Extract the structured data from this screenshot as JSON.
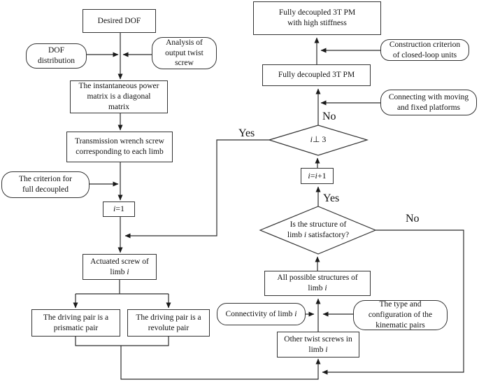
{
  "diagram": {
    "type": "flowchart",
    "background": "#ffffff",
    "line_color": "#2b2b2b",
    "border_color": "#333333",
    "text_color": "#111111",
    "nodes": {
      "desired_dof": {
        "shape": "rect",
        "parts": [
          {
            "text": "Desired DOF"
          }
        ]
      },
      "dof_dist": {
        "shape": "rounded",
        "parts": [
          {
            "text": "DOF"
          },
          {
            "break": true
          },
          {
            "text": "distribution"
          }
        ]
      },
      "analysis_twist": {
        "shape": "rounded",
        "parts": [
          {
            "text": "Analysis of"
          },
          {
            "break": true
          },
          {
            "text": "output twist"
          },
          {
            "break": true
          },
          {
            "text": "screw"
          }
        ]
      },
      "inst_power": {
        "shape": "rect",
        "parts": [
          {
            "text": "The instantaneous power"
          },
          {
            "break": true
          },
          {
            "text": "matrix is a diagonal"
          },
          {
            "break": true
          },
          {
            "text": "matrix"
          }
        ]
      },
      "trans_wrench": {
        "shape": "rect",
        "parts": [
          {
            "text": "Transmission wrench screw"
          },
          {
            "break": true
          },
          {
            "text": "corresponding to each limb"
          }
        ]
      },
      "criterion": {
        "shape": "rounded",
        "parts": [
          {
            "text": "The criterion for"
          },
          {
            "break": true
          },
          {
            "text": "full decoupled"
          }
        ]
      },
      "i_eq_1": {
        "shape": "rect",
        "parts": [
          {
            "text": "i",
            "italic": true
          },
          {
            "text": "=1"
          }
        ]
      },
      "actuated_screw": {
        "shape": "rect",
        "parts": [
          {
            "text": "Actuated screw of"
          },
          {
            "break": true
          },
          {
            "text": "limb "
          },
          {
            "text": "i",
            "italic": true
          }
        ]
      },
      "prismatic": {
        "shape": "rect",
        "parts": [
          {
            "text": "The driving pair is a"
          },
          {
            "break": true
          },
          {
            "text": "prismatic pair"
          }
        ]
      },
      "revolute": {
        "shape": "rect",
        "parts": [
          {
            "text": "The driving pair is a"
          },
          {
            "break": true
          },
          {
            "text": "revolute pair"
          }
        ]
      },
      "fd3tpm_stiff": {
        "shape": "rect",
        "parts": [
          {
            "text": "Fully decoupled 3T PM"
          },
          {
            "break": true
          },
          {
            "text": "with high stiffness"
          }
        ]
      },
      "constr_criterion": {
        "shape": "rounded",
        "parts": [
          {
            "text": "Construction criterion"
          },
          {
            "break": true
          },
          {
            "text": "of closed-loop units"
          }
        ]
      },
      "fd3tpm": {
        "shape": "rect",
        "parts": [
          {
            "text": "Fully decoupled 3T PM"
          }
        ]
      },
      "connecting": {
        "shape": "rounded",
        "parts": [
          {
            "text": "Connecting with moving"
          },
          {
            "break": true
          },
          {
            "text": "and fixed platforms"
          }
        ]
      },
      "d1": {
        "shape": "diamond",
        "parts": [
          {
            "text": "i",
            "italic": true
          },
          {
            "text": "⊥ 3"
          }
        ]
      },
      "i_plus": {
        "shape": "rect",
        "parts": [
          {
            "text": "i",
            "italic": true
          },
          {
            "text": "="
          },
          {
            "text": "i",
            "italic": true
          },
          {
            "text": "+1"
          }
        ]
      },
      "d2": {
        "shape": "diamond",
        "parts": [
          {
            "text": "Is the structure of"
          },
          {
            "break": true
          },
          {
            "text": "limb "
          },
          {
            "text": "i",
            "italic": true
          },
          {
            "text": " satisfactory?"
          }
        ]
      },
      "all_structs": {
        "shape": "rect",
        "parts": [
          {
            "text": "All possible structures of"
          },
          {
            "break": true
          },
          {
            "text": "limb "
          },
          {
            "text": "i",
            "italic": true
          }
        ]
      },
      "connectivity": {
        "shape": "rounded",
        "parts": [
          {
            "text": "Connectivity of limb "
          },
          {
            "text": "i",
            "italic": true
          }
        ]
      },
      "type_config": {
        "shape": "rounded",
        "parts": [
          {
            "text": "The type and"
          },
          {
            "break": true
          },
          {
            "text": "configuration of the"
          },
          {
            "break": true
          },
          {
            "text": "kinematic pairs"
          }
        ]
      },
      "other_screws": {
        "shape": "rect",
        "parts": [
          {
            "text": "Other twist screws in"
          },
          {
            "break": true
          },
          {
            "text": "limb "
          },
          {
            "text": "i",
            "italic": true
          }
        ]
      }
    },
    "labels": {
      "yes_loop": "Yes",
      "no_top": "No",
      "yes_mid": "Yes",
      "no_right": "No"
    }
  }
}
